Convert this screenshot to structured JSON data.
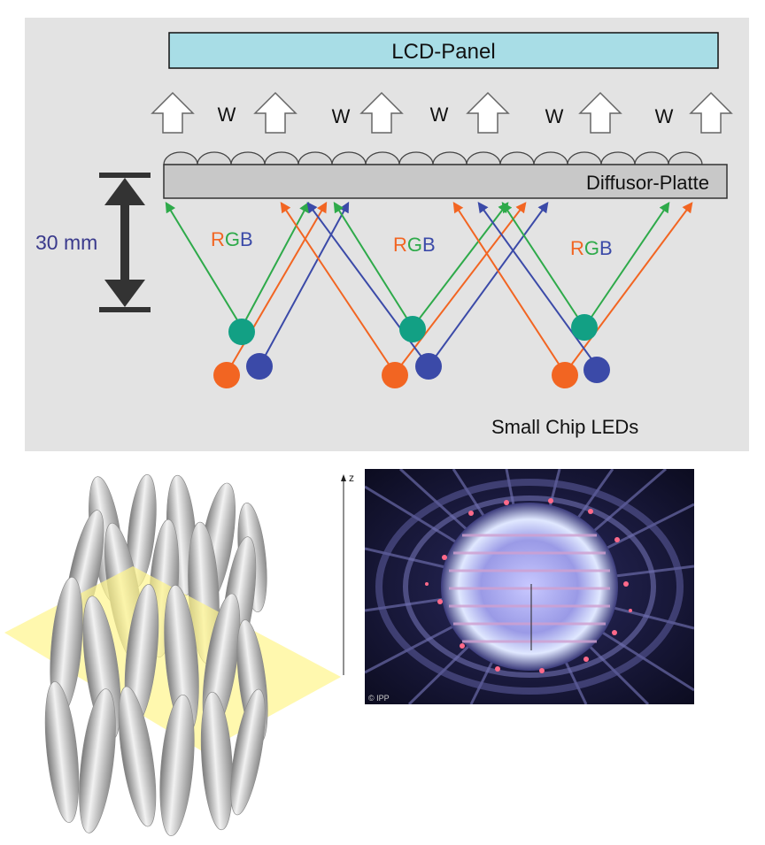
{
  "diagram": {
    "lcd_panel_label": "LCD-Panel",
    "white_label": "W",
    "diffusor_label": "Diffusor-Platte",
    "distance_label": "30 mm",
    "rgb_r": "R",
    "rgb_g": "G",
    "rgb_b": "B",
    "leds_label": "Small Chip LEDs",
    "colors": {
      "background": "#e3e3e3",
      "panel": "#a8dde6",
      "diffusor": "#c8c8c8",
      "red": "#f26522",
      "green": "#2eaa4a",
      "blue": "#3b4aa8",
      "teal_led": "#12a084",
      "measure": "#333333",
      "distance_text": "#3a3a8c"
    }
  },
  "ellipsoids": {
    "axis_label": "z",
    "plane_color": "#fff58c"
  },
  "plasma_photo": {
    "corner_mark": "© IPP"
  }
}
